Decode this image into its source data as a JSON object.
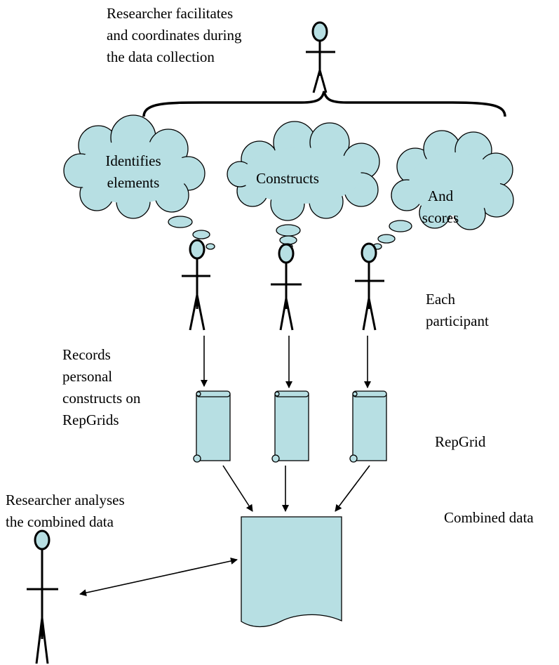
{
  "labels": {
    "researcher_facilitates": "Researcher facilitates\nand coordinates during\nthe data collection",
    "cloud_1": "Identifies\nelements",
    "cloud_2": "Constructs",
    "cloud_3": "And\nscores",
    "each_participant": "Each\nparticipant",
    "records": "Records\npersonal\nconstructs on\nRepGrids",
    "repgrid": "RepGrid",
    "combined_data": "Combined data",
    "researcher_analyses": "Researcher analyses\nthe combined data"
  },
  "colors": {
    "fill": "#b7dfe3",
    "stroke": "#000000"
  }
}
